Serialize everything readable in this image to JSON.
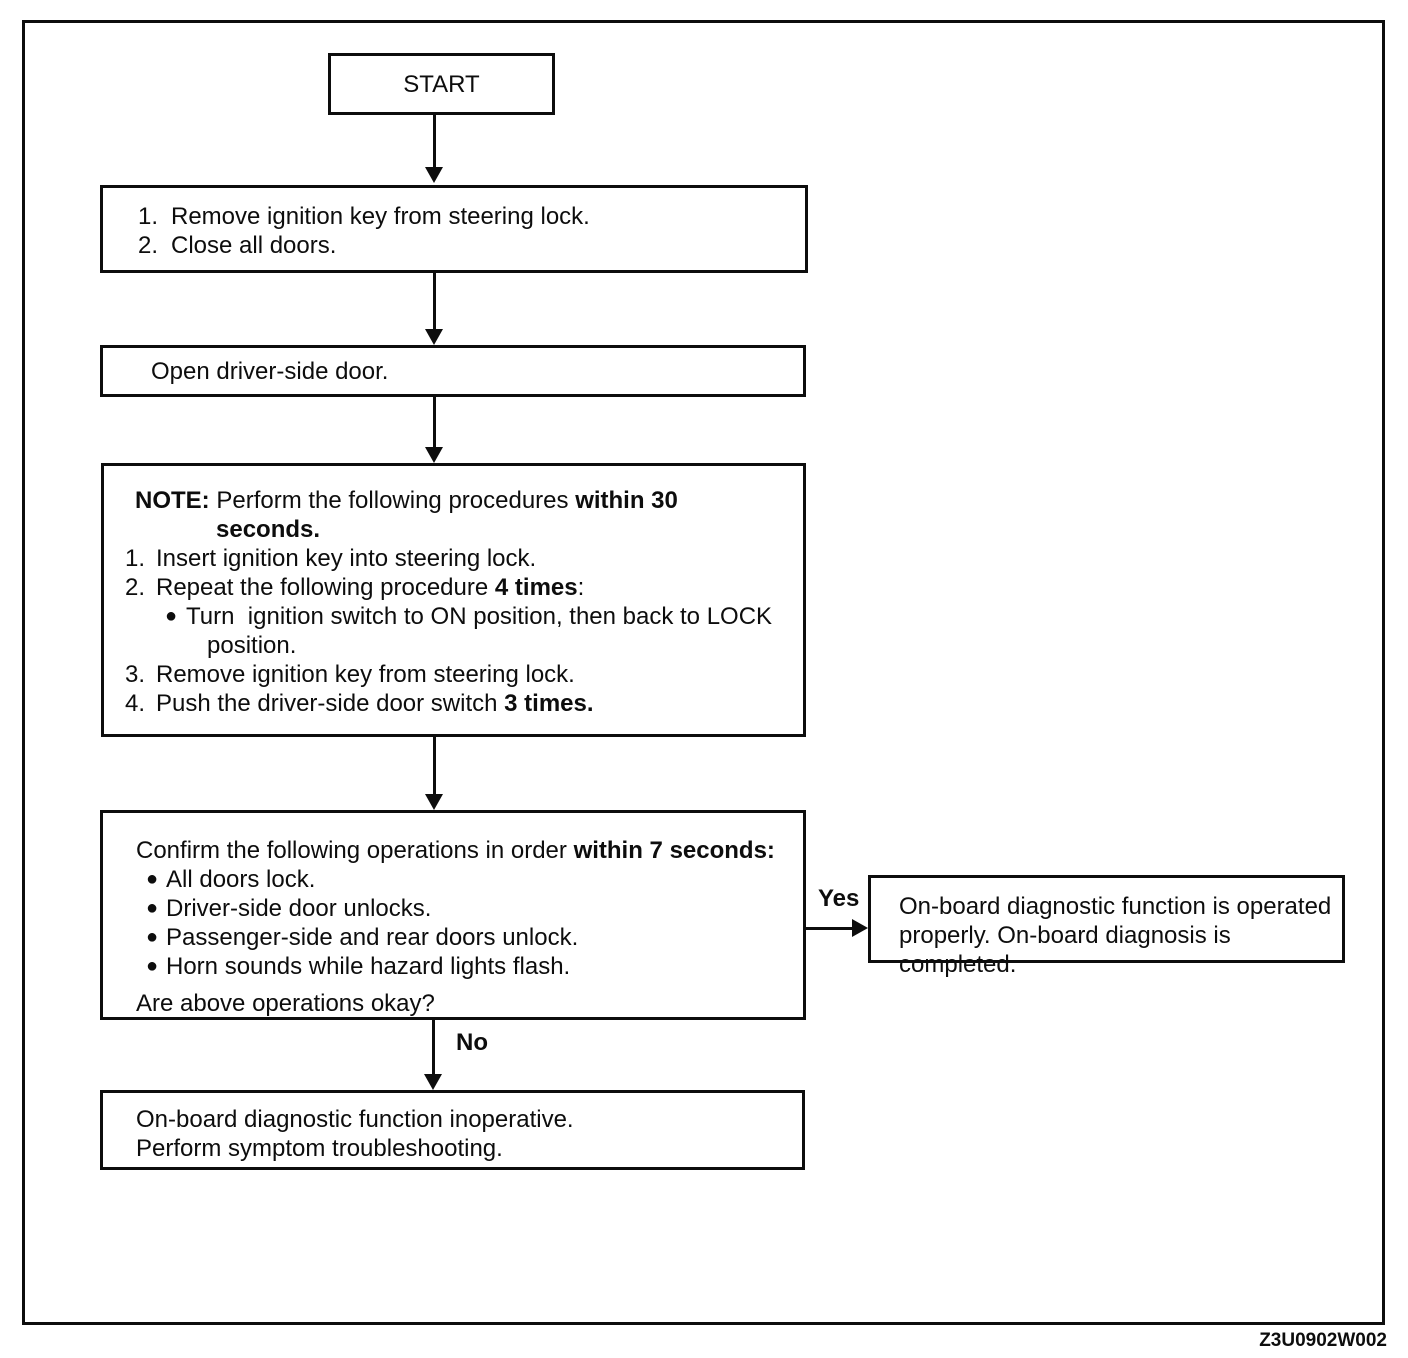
{
  "figure": {
    "code": "Z3U0902W002",
    "ink_color": "#0d0d0d",
    "background": "#ffffff"
  },
  "icons": {
    "bullet_glyph": "●"
  },
  "labels": {
    "yes": "Yes",
    "no": "No"
  },
  "flowchart": {
    "start_box": {
      "label": "START"
    },
    "prepare_box": {
      "item1_num": "1.",
      "item1_text": "Remove ignition key from steering lock.",
      "item2_num": "2.",
      "item2_text": "Close all doors."
    },
    "open_door_box": {
      "text": "Open driver-side door."
    },
    "note_box": {
      "note_label": "NOTE:",
      "intro_text": "Perform the following procedures",
      "intro_bold": "within 30",
      "intro_bold_cont": "seconds.",
      "item1_num": "1.",
      "item1_text": "Insert ignition key into steering lock.",
      "item2_num": "2.",
      "item2_text": "Repeat the following procedure",
      "item2_bold": "4 times",
      "item2_colon": ":",
      "sub_bullet_line1": "Turn  ignition switch to ON position, then back to LOCK",
      "sub_bullet_line2": "position.",
      "item3_num": "3.",
      "item3_text": "Remove ignition key from steering lock.",
      "item4_num": "4.",
      "item4_text": "Push the driver-side door switch",
      "item4_bold": "3 times."
    },
    "confirm_box": {
      "intro_text": "Confirm the following operations in order",
      "intro_bold": "within 7 seconds:",
      "bullets": [
        "All doors lock.",
        "Driver-side door unlocks.",
        "Passenger-side and rear doors unlock.",
        "Horn sounds while hazard lights flash."
      ],
      "question": "Are above operations okay?"
    },
    "success_box": {
      "line1": "On-board diagnostic function is operated",
      "line2": "properly. On-board diagnosis is completed."
    },
    "failure_box": {
      "line1": "On-board diagnostic function inoperative.",
      "line2": "Perform symptom troubleshooting."
    }
  }
}
